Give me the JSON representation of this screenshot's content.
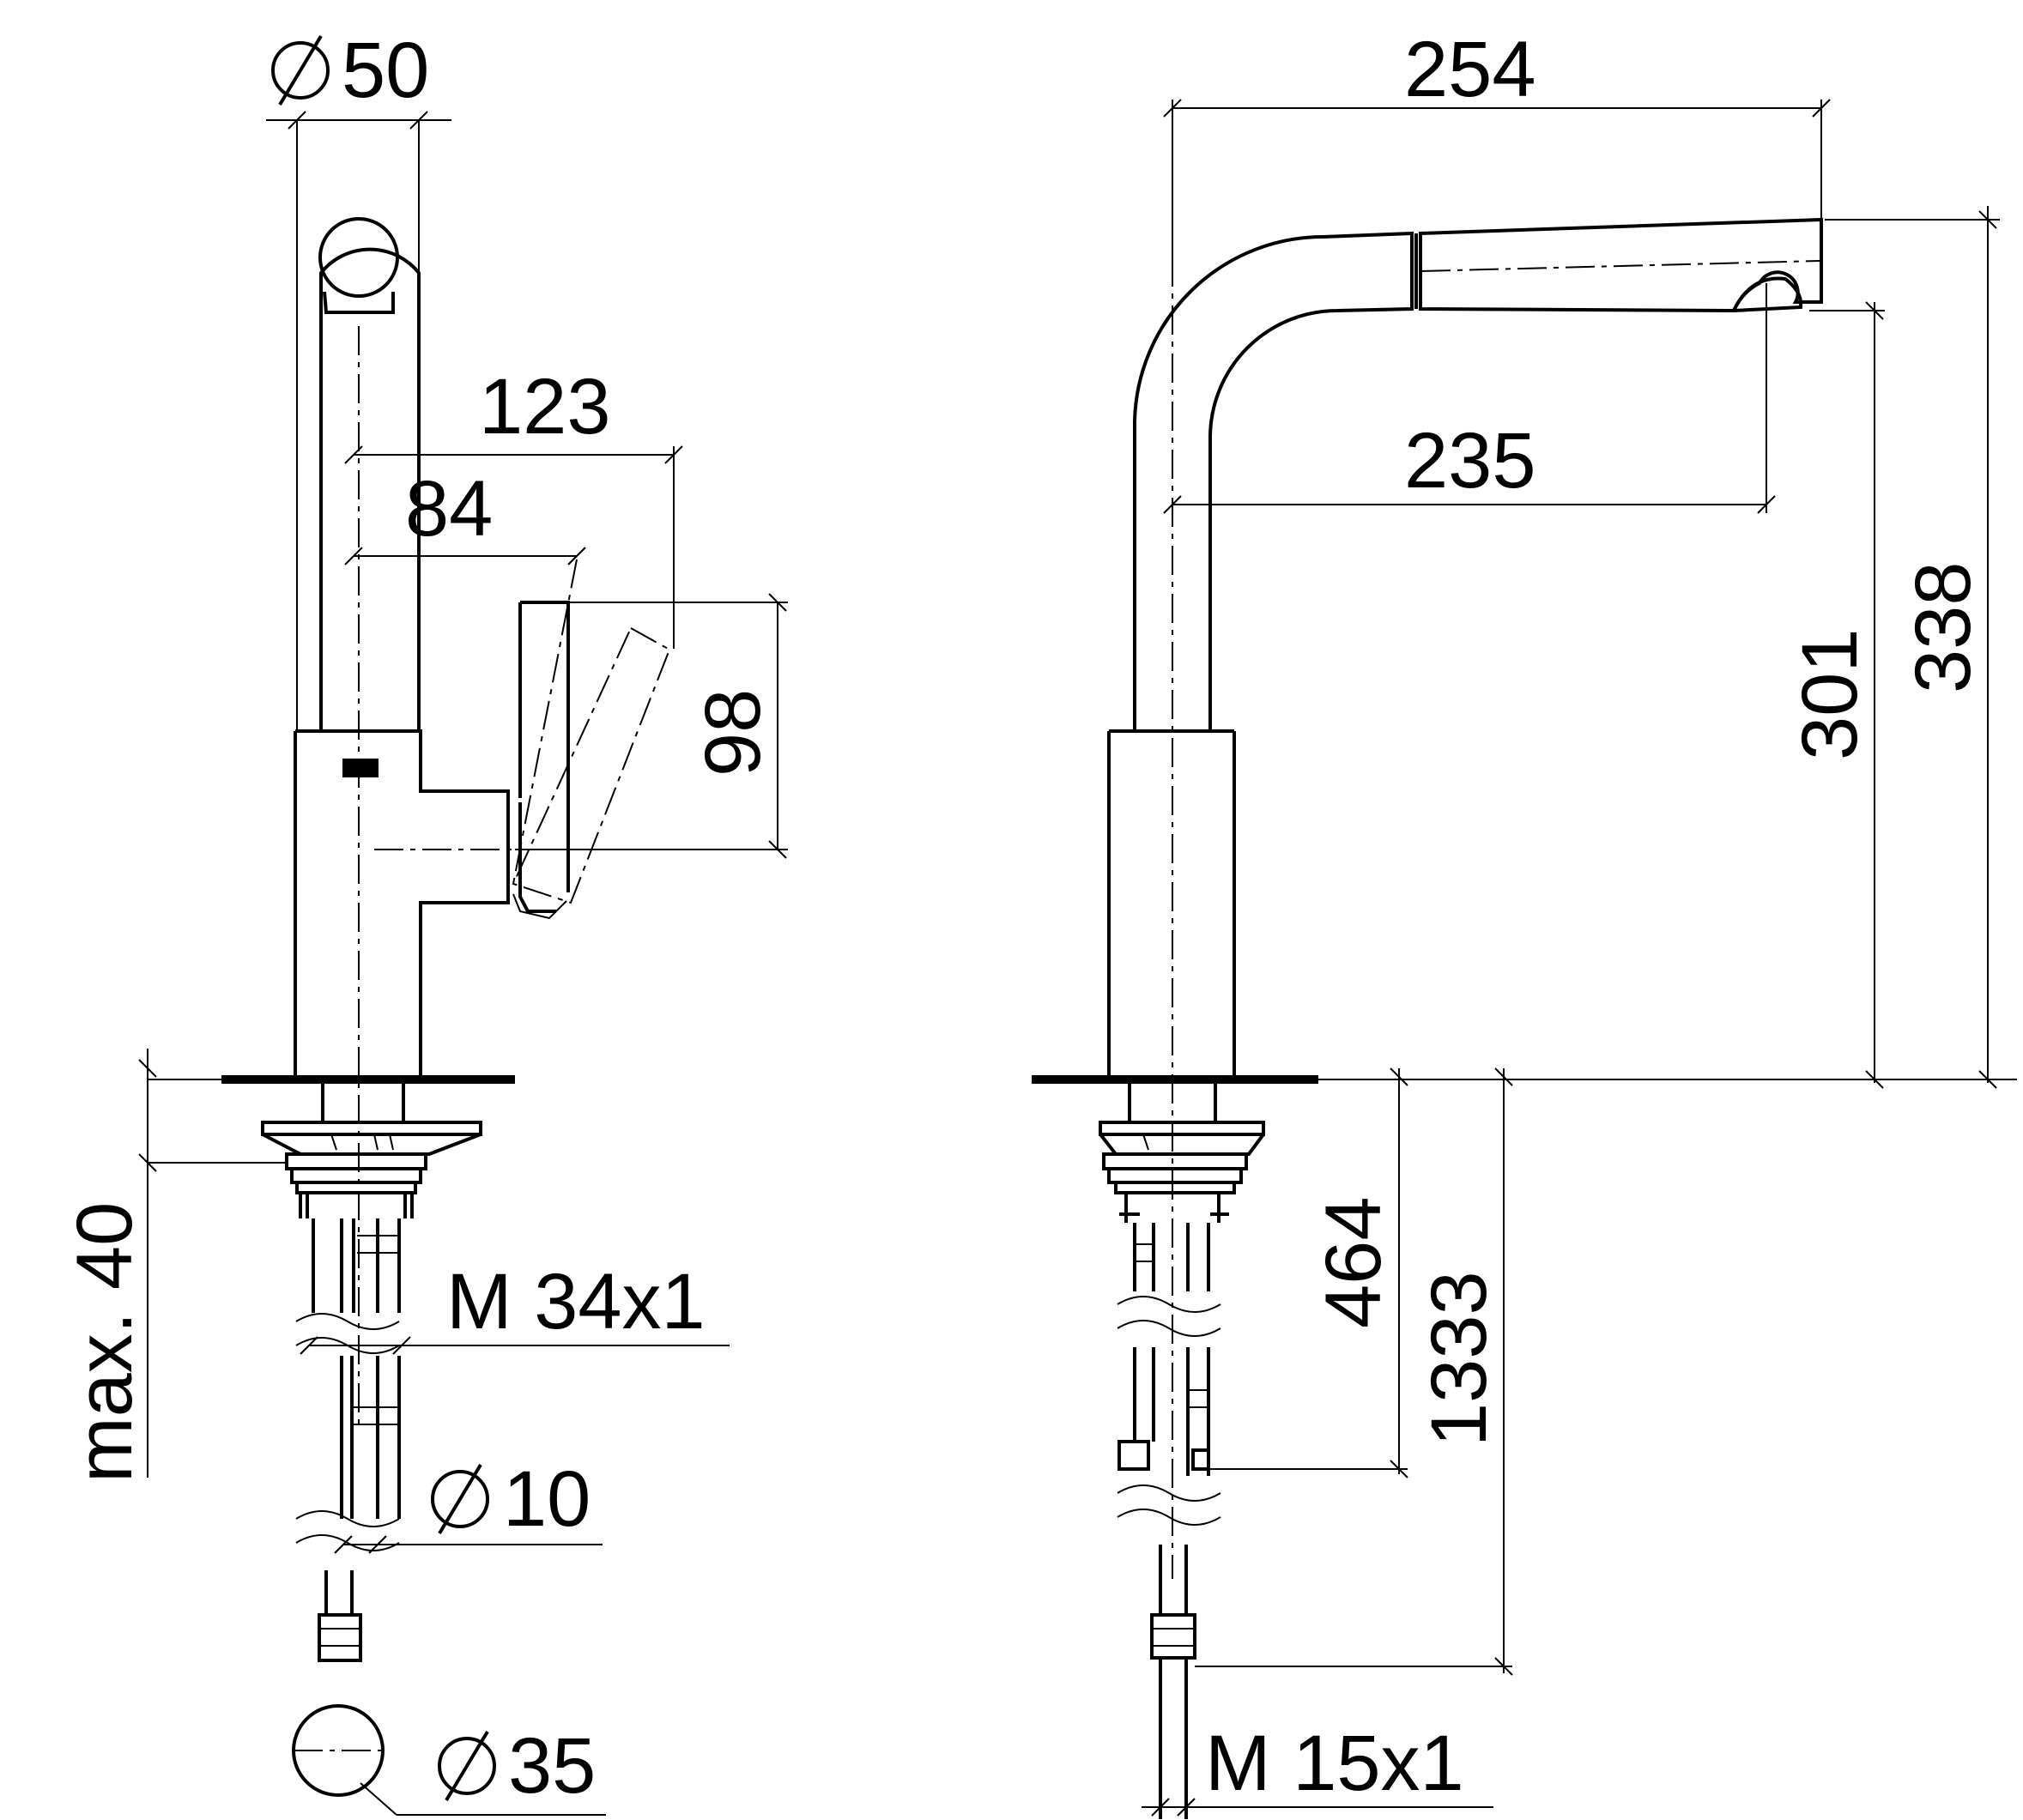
{
  "diagram": {
    "left_view": {
      "dims": {
        "d50": "50",
        "d123": "123",
        "d84": "84",
        "d98": "98",
        "max40": "max. 40",
        "m34": "M 34x1",
        "d10": "10",
        "d35": "35"
      }
    },
    "right_view": {
      "dims": {
        "d254": "254",
        "d235": "235",
        "d301": "301",
        "d338": "338",
        "d464": "464",
        "d1333": "1333",
        "m15": "M 15x1"
      }
    }
  }
}
